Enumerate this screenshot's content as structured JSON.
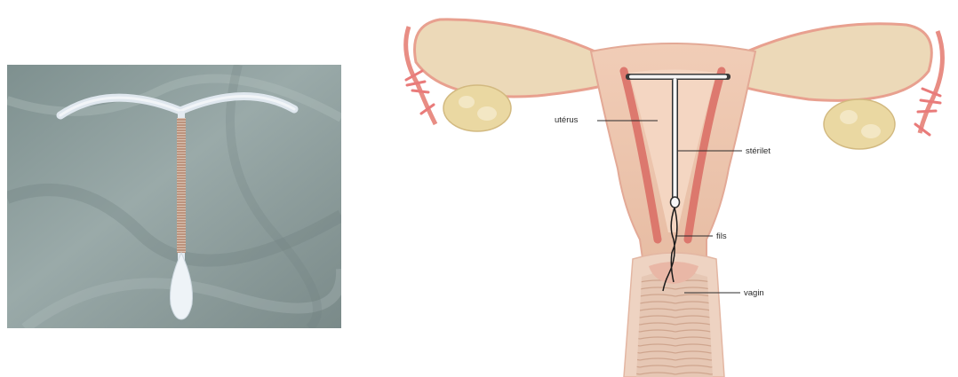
{
  "diagram": {
    "labels": {
      "uterus": "utérus",
      "sterilet": "stérilet",
      "fils": "fils",
      "vagin": "vagin"
    }
  },
  "colors": {
    "photo_background": "#8fa1a0",
    "device": "#e6edf3",
    "copper_coil": "#b98a6a",
    "tissue_pink": "#e7b7a0",
    "tissue_wall": "#d96b63",
    "ovary": "#ead8a2",
    "string": "#1a1a1a"
  }
}
